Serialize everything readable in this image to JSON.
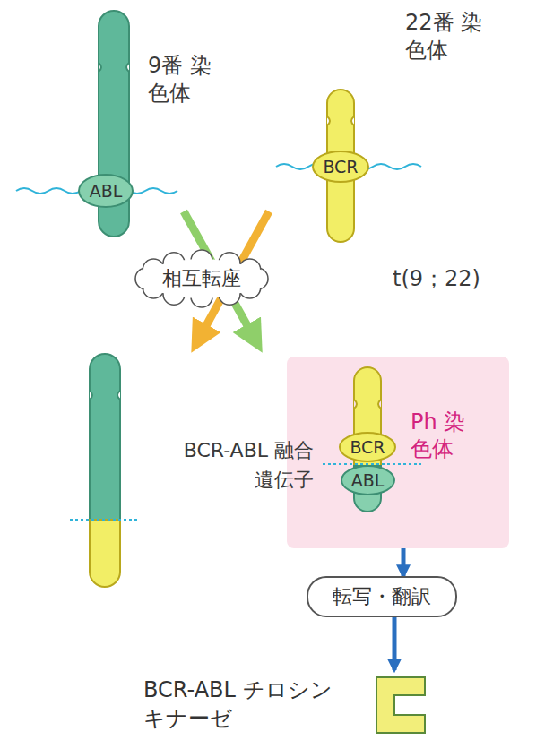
{
  "diagram": {
    "nodes": [
      {
        "text": [
          "ABL"
        ]
      },
      {
        "text": [
          "BCR"
        ]
      },
      {
        "text": [
          "相互転座"
        ]
      },
      {
        "text": [
          "Ph 染色体"
        ]
      },
      {
        "text": [
          "BCR"
        ],
        "in": 3
      },
      {
        "text": [
          "ABL"
        ],
        "in": 3
      },
      {
        "text": [
          "転写・翻訳"
        ]
      },
      {
        "text": [
          "BCR-ABL チロシンキナーゼ"
        ]
      }
    ],
    "edges": [
      {
        "from": 3,
        "to": 6,
        "arrow": "to"
      },
      {
        "from": 6,
        "to": 7,
        "arrow": "to"
      }
    ],
    "labels": [
      "9番 染色体",
      "22番 染色体",
      "t(9；22)",
      "BCR-ABL 融合遺伝子"
    ]
  }
}
